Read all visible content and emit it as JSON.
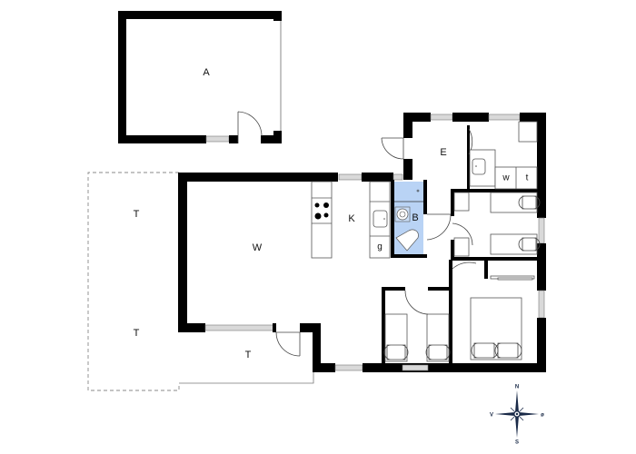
{
  "floorplan": {
    "rooms": {
      "annex": "A",
      "living": "W",
      "kitchen": "K",
      "bathroom": "B",
      "entrance": "E",
      "washer": "w",
      "dryer": "t",
      "fridge": "g",
      "terrace_north": "T",
      "terrace_south": "T",
      "terrace_front": "T"
    },
    "compass": {
      "north": "N",
      "south": "S",
      "east": "ø",
      "west": "V"
    },
    "colors": {
      "wall": "#000000",
      "bathroom_fill": "#b9d3f5",
      "window": "#d9d9d9",
      "compass": "#1a2a48"
    }
  }
}
